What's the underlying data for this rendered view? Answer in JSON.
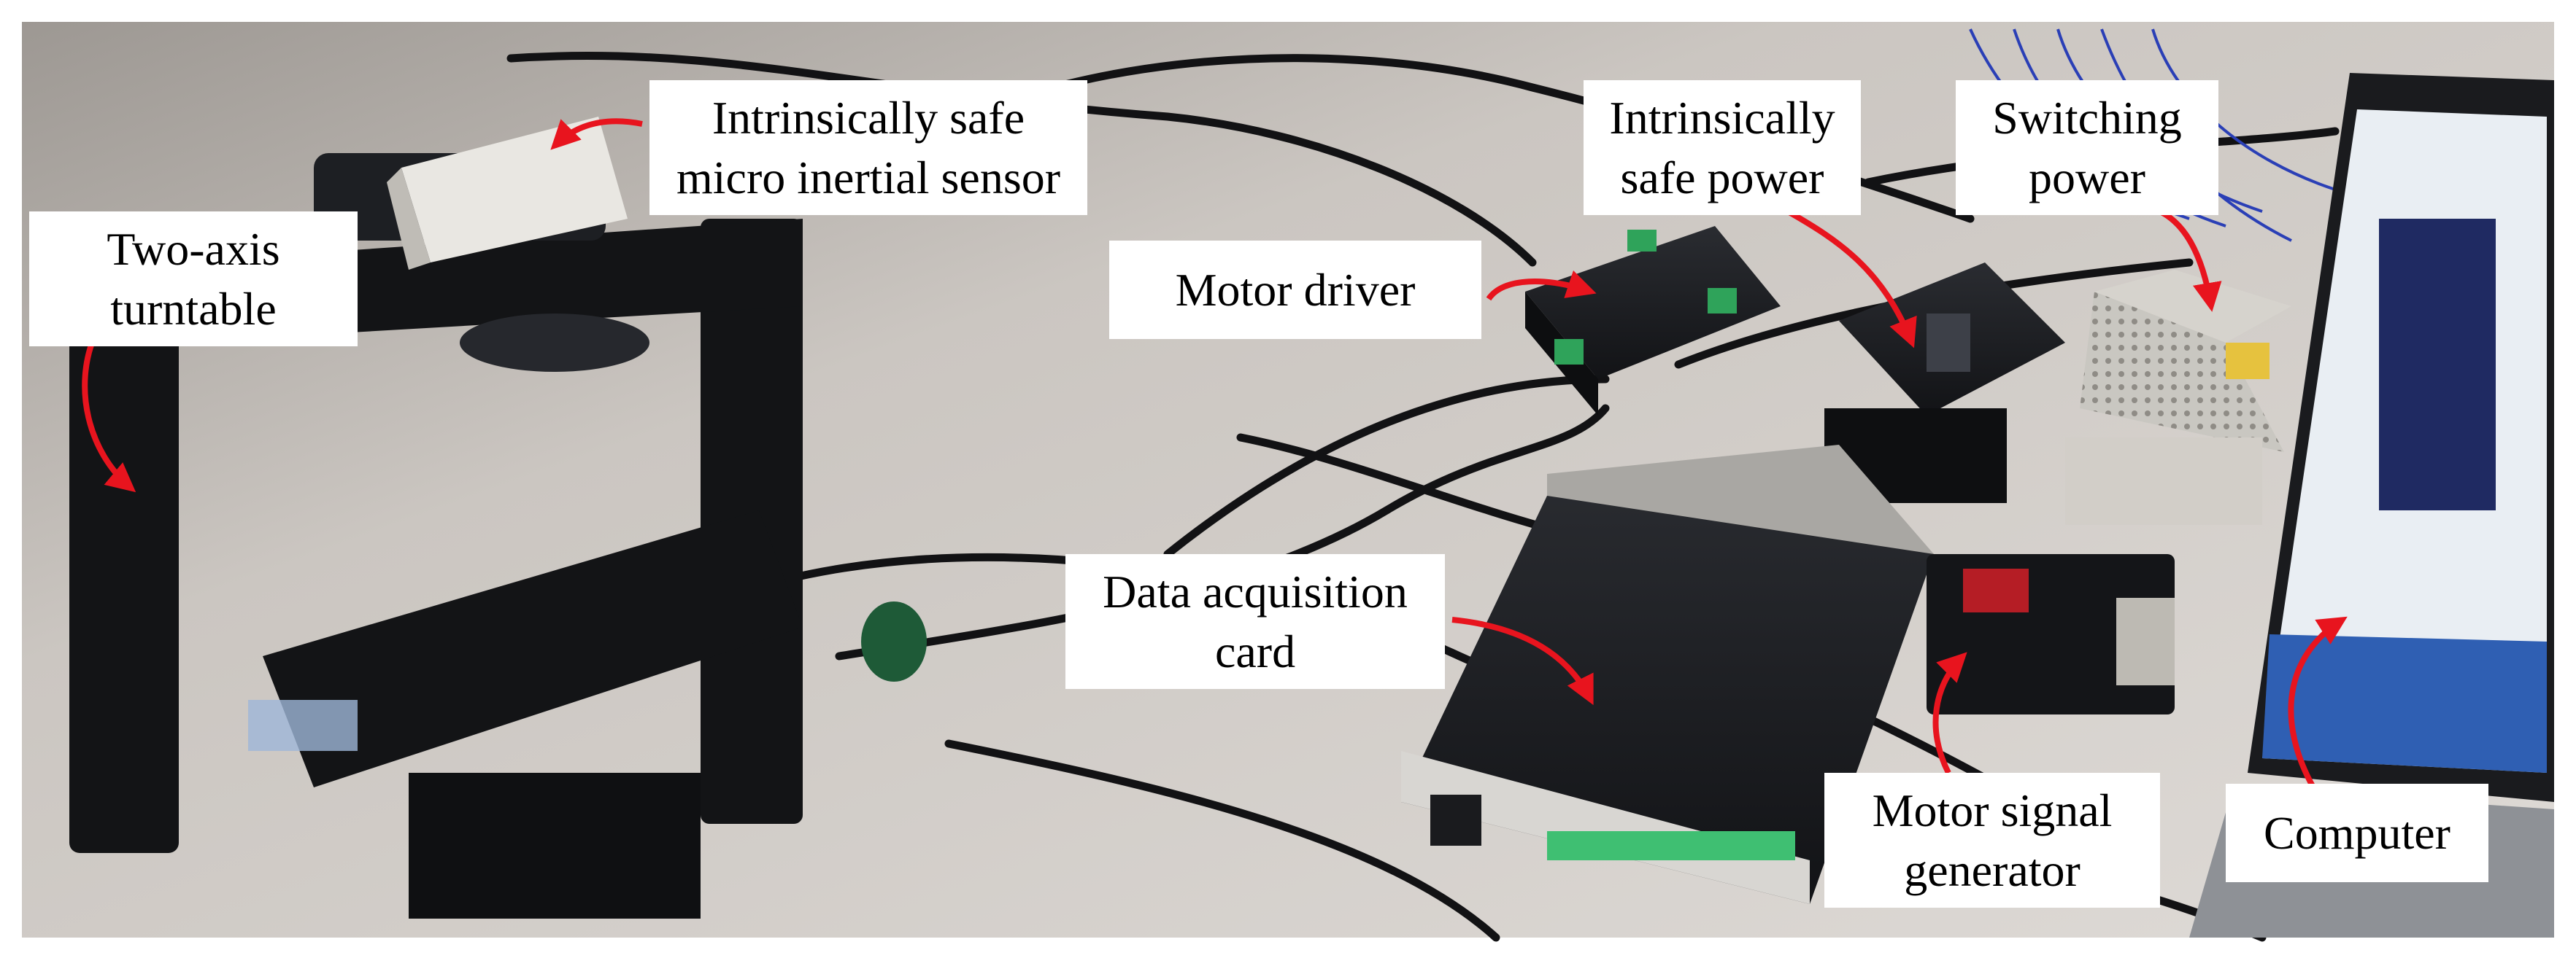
{
  "labels": {
    "sensor": {
      "line1": "Intrinsically safe",
      "line2": "micro inertial sensor"
    },
    "turntable": {
      "line1": "Two-axis",
      "line2": "turntable"
    },
    "motor_driver": {
      "line1": "Motor driver"
    },
    "is_power": {
      "line1": "Intrinsically",
      "line2": "safe power"
    },
    "switching_power": {
      "line1": "Switching",
      "line2": "power"
    },
    "daq_card": {
      "line1": "Data acquisition",
      "line2": "card"
    },
    "signal_gen": {
      "line1": "Motor signal",
      "line2": "generator"
    },
    "computer": {
      "line1": "Computer"
    }
  },
  "colors": {
    "arrow": "#e8141e",
    "floor": "#cfcac6",
    "equipment_dark": "#1c1e22",
    "connector_green": "#2fa35a"
  }
}
